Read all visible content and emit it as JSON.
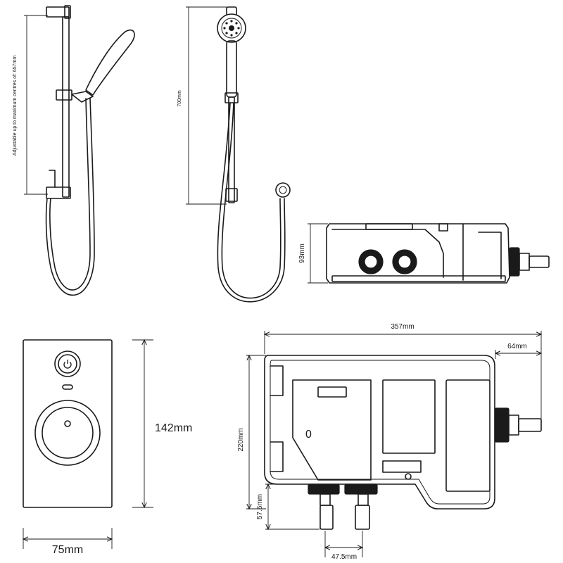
{
  "labels": {
    "rail_adjust": "Adjustable up to maximum centres of: 657mm",
    "rail_height": "700mm",
    "unit_height": "93mm",
    "control_height": "142mm",
    "control_width": "75mm",
    "unit_width": "357mm",
    "outlet_offset": "64mm",
    "unit_depth": "220mm",
    "inlet_height": "57.6mm",
    "inlet_spacing": "47.5mm",
    "unit_marking": "0"
  }
}
